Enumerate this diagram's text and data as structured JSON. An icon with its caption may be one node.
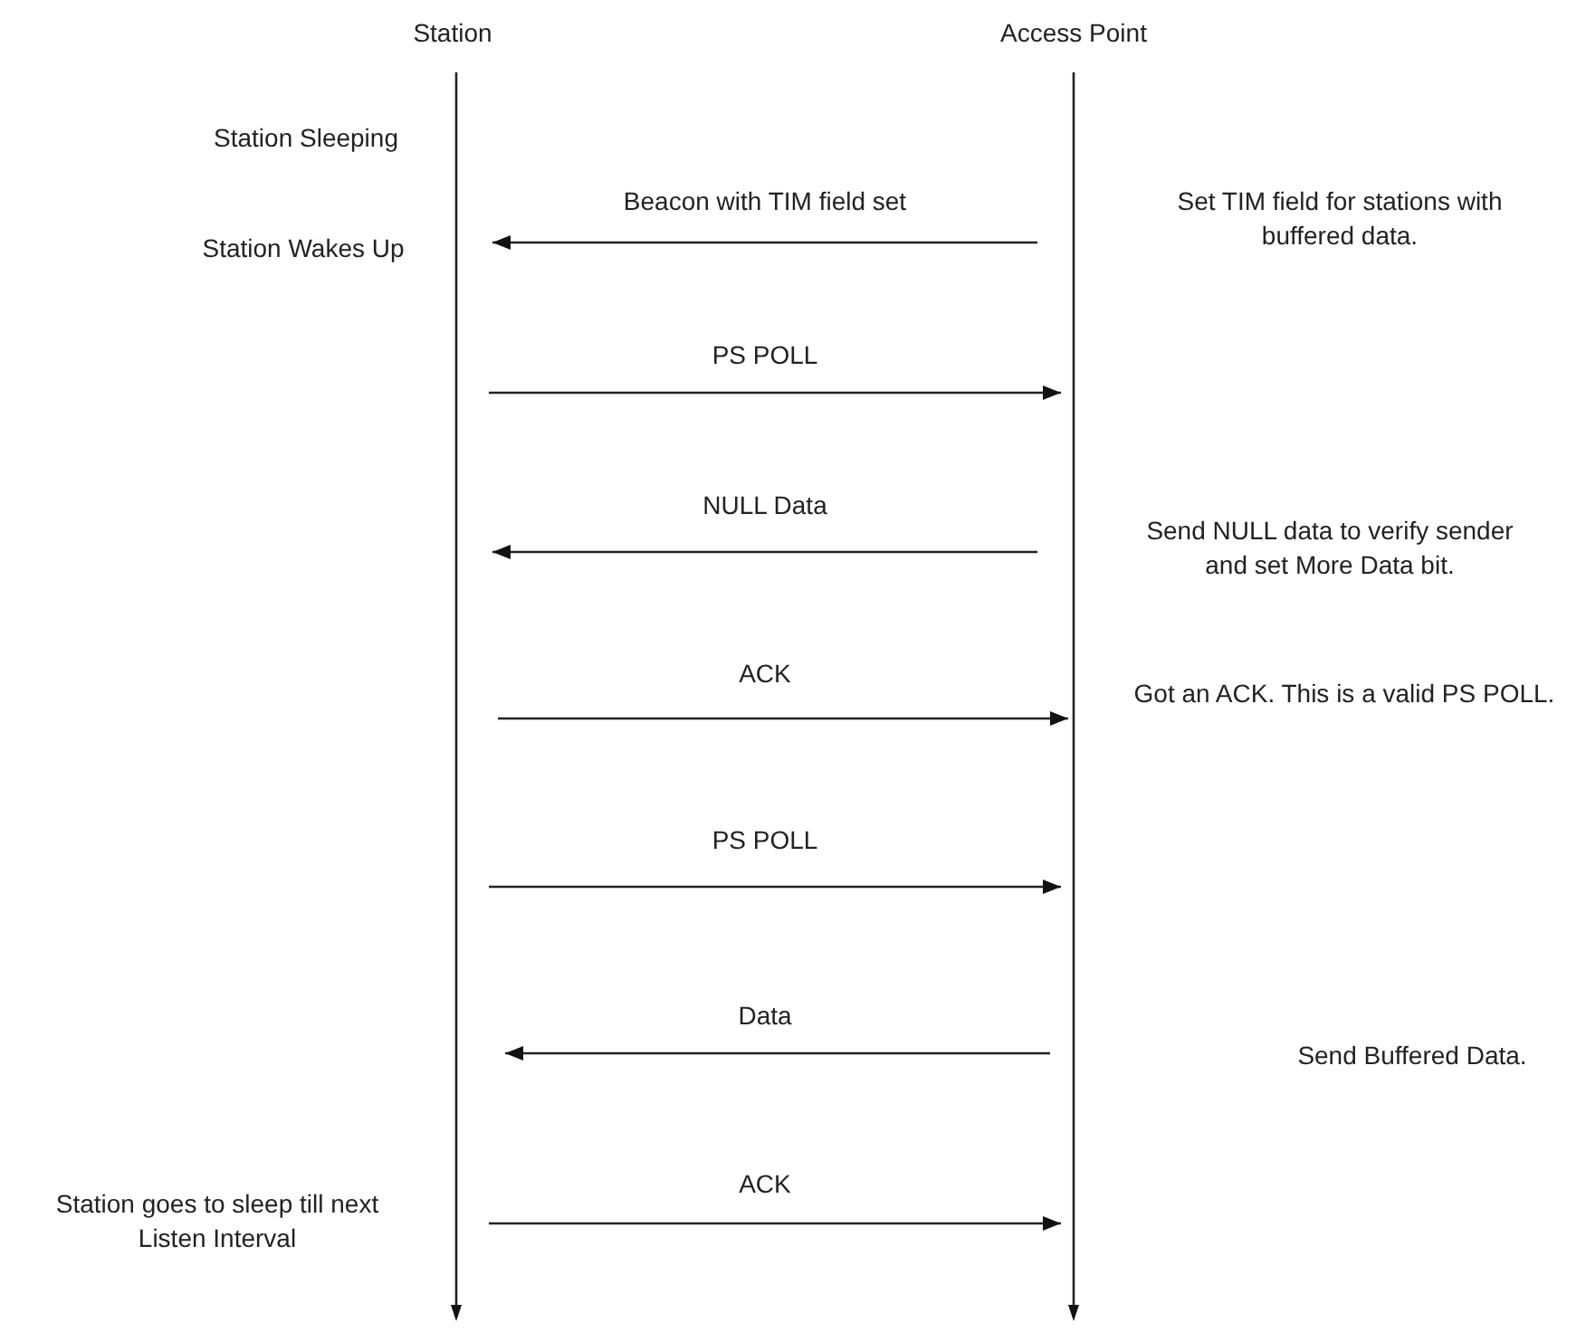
{
  "diagram": {
    "nodes": [
      {
        "text": [
          "Station"
        ]
      },
      {
        "text": [
          "Access Point"
        ]
      },
      {
        "text": [],
        "shape": "bar"
      },
      {
        "text": [],
        "shape": "bar"
      }
    ],
    "edges": [
      {
        "from": 3,
        "to": 2,
        "arrow": "to",
        "label": "Beacon with TIM field set"
      },
      {
        "from": 2,
        "to": 3,
        "arrow": "to",
        "label": "PS POLL"
      },
      {
        "from": 3,
        "to": 2,
        "arrow": "to",
        "label": "NULL Data"
      },
      {
        "from": 2,
        "to": 3,
        "arrow": "to",
        "label": "ACK"
      },
      {
        "from": 2,
        "to": 3,
        "arrow": "to",
        "label": "PS POLL"
      },
      {
        "from": 3,
        "to": 2,
        "arrow": "to",
        "label": "Data"
      },
      {
        "from": 2,
        "to": 3,
        "arrow": "to",
        "label": "ACK"
      }
    ],
    "labels": [
      "Station Sleeping",
      "Set TIM field for stations with buffered data.",
      "Station Wakes Up",
      "Send NULL data to verify sender and set More Data bit.",
      "Got an ACK. This is a valid PS POLL.",
      "Send Buffered Data.",
      "Station goes to sleep till next Listen Interval"
    ]
  }
}
